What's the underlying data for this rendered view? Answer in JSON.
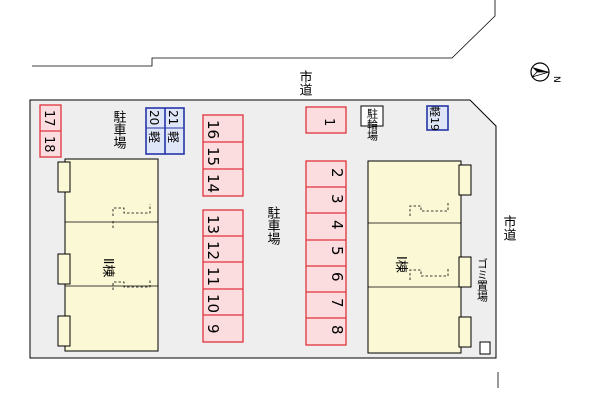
{
  "roads": {
    "north_label": "市道",
    "east_label": "市道"
  },
  "compass": {
    "letter": "N"
  },
  "lot": {
    "parking_label_north": "駐車場",
    "parking_label_center": "駐車場",
    "bicycle_parking_label": "駐輪場",
    "garbage_label": "ゴミ置場",
    "building_1": "Ⅰ棟",
    "building_2": "Ⅱ棟"
  },
  "stalls": {
    "north_pair": [
      "17",
      "18"
    ],
    "kei_north": [
      {
        "number": "20",
        "kind": "軽"
      },
      {
        "number": "21",
        "kind": "軽"
      }
    ],
    "kei_east": {
      "number": "19",
      "kind": "軽"
    },
    "center_top": [
      "16",
      "15",
      "14"
    ],
    "center_bottom": [
      "13",
      "12",
      "11",
      "10",
      "9"
    ],
    "single": "1",
    "east_column": [
      "2",
      "3",
      "4",
      "5",
      "6",
      "7",
      "8"
    ]
  }
}
